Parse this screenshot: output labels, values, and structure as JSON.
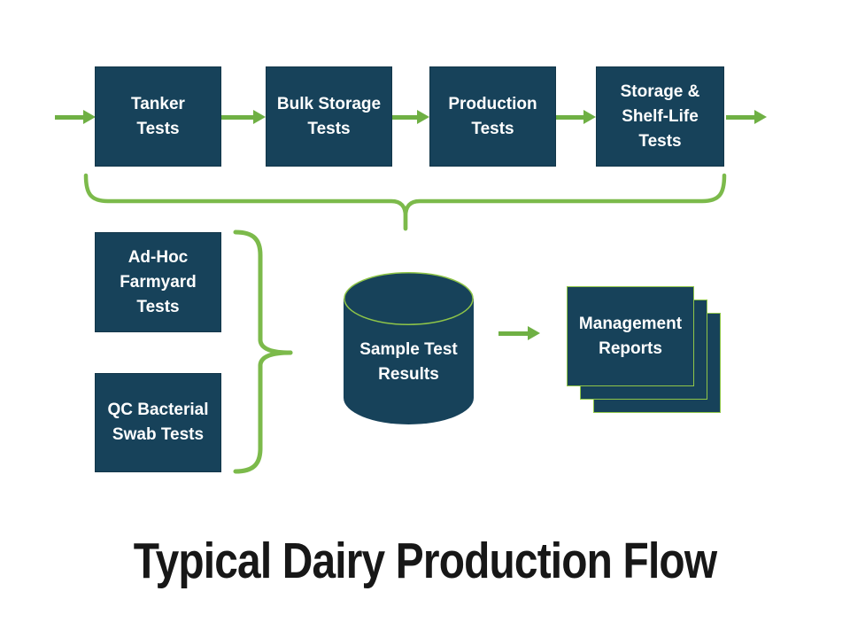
{
  "title": "Typical Dairy Production Flow",
  "flow": {
    "boxes": [
      {
        "label": "Tanker\nTests"
      },
      {
        "label": "Bulk Storage\nTests"
      },
      {
        "label": "Production\nTests"
      },
      {
        "label": "Storage &\nShelf-Life\nTests"
      }
    ]
  },
  "side": {
    "boxes": [
      {
        "label": "Ad-Hoc\nFarmyard\nTests"
      },
      {
        "label": "QC Bacterial\nSwab Tests"
      }
    ]
  },
  "database": {
    "label": "Sample Test\nResults"
  },
  "reports": {
    "label": "Management\nReports"
  },
  "colors": {
    "box_navy": "#17425a",
    "arrow_green": "#6fb044",
    "brace_green": "#7cba4b",
    "outline_green": "#8fc548",
    "title_color": "#171717",
    "background": "#ffffff"
  }
}
